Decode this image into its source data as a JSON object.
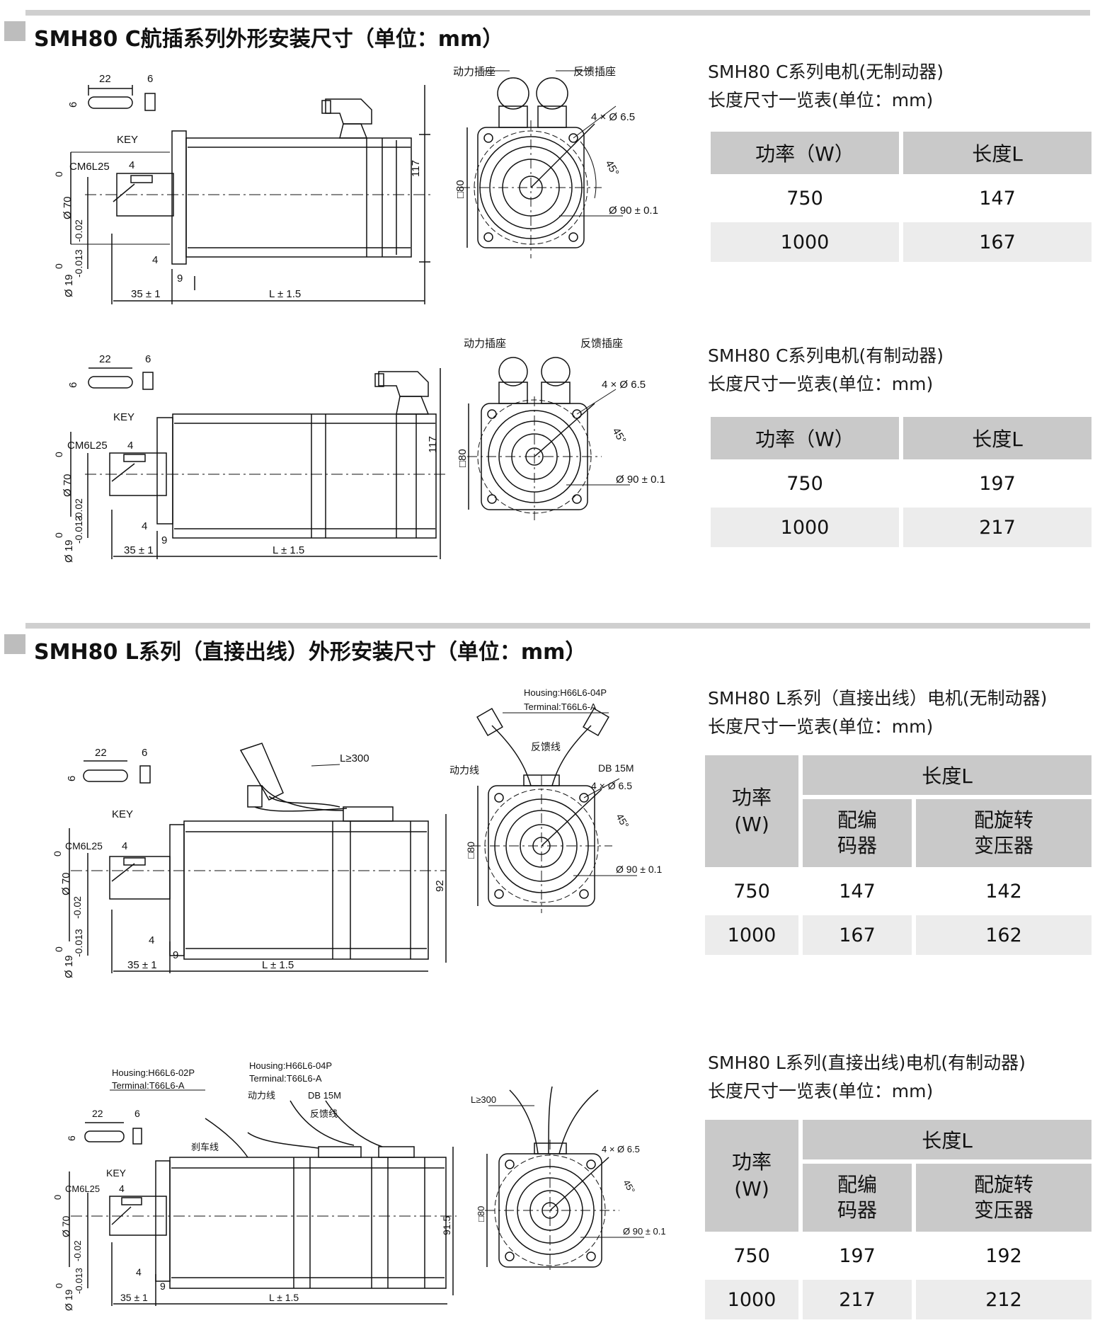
{
  "sections": [
    {
      "title": "SMH80 C航插系列外形安装尺寸（单位：mm）"
    },
    {
      "title": "SMH80 L系列（直接出线）外形安装尺寸（单位：mm）"
    }
  ],
  "tables": [
    {
      "caption1": "SMH80 C系列电机(无制动器)",
      "caption2": "长度尺寸一览表(单位：mm)",
      "headers": [
        "功率（W）",
        "长度L"
      ],
      "rows": [
        [
          "750",
          "147"
        ],
        [
          "1000",
          "167"
        ]
      ]
    },
    {
      "caption1": "SMH80 C系列电机(有制动器)",
      "caption2": "长度尺寸一览表(单位：mm)",
      "headers": [
        "功率（W）",
        "长度L"
      ],
      "rows": [
        [
          "750",
          "197"
        ],
        [
          "1000",
          "217"
        ]
      ]
    },
    {
      "caption1": "SMH80 L系列（直接出线）电机(无制动器)",
      "caption2": "长度尺寸一览表(单位：mm)",
      "power_header": "功率\n(W)",
      "length_header": "长度L",
      "sub_headers": [
        "配编\n码器",
        "配旋转\n变压器"
      ],
      "rows": [
        [
          "750",
          "147",
          "142"
        ],
        [
          "1000",
          "167",
          "162"
        ]
      ]
    },
    {
      "caption1": "SMH80 L系列(直接出线)电机(有制动器)",
      "caption2": "长度尺寸一览表(单位：mm)",
      "power_header": "功率\n(W)",
      "length_header": "长度L",
      "sub_headers": [
        "配编\n码器",
        "配旋转\n变压器"
      ],
      "rows": [
        [
          "750",
          "197",
          "192"
        ],
        [
          "1000",
          "217",
          "212"
        ]
      ]
    }
  ],
  "drawings": {
    "key_width": "22",
    "key_thick": "6",
    "key_height": "6",
    "key_label": "KEY",
    "thread": "CM6L25",
    "thread_depth": "4",
    "shaft_tol_top": "0",
    "shaft_dia": "Ø 19",
    "shaft_tol_bot": "-0.013",
    "flange_tol_top": "0",
    "flange_dia": "Ø 70",
    "flange_tol_bot": "-0.02",
    "flange_thick": "4",
    "flange_gap": "9",
    "shaft_len": "35 ± 1",
    "body_len": "L ± 1.5",
    "height_c": "117",
    "height_l": "92",
    "height_lb": "91.5",
    "square": "□80",
    "holes": "4 × Ø 6.5",
    "pcd": "Ø 90 ± 0.1",
    "angle": "45°",
    "power_socket": "动力插座",
    "feedback_socket": "反馈插座",
    "power_line": "动力线",
    "feedback_line": "反馈线",
    "brake_line": "刹车线",
    "db15": "DB 15M",
    "housing4": "Housing:H66L6-04P",
    "terminal4": "Terminal:T66L6-A",
    "housing2": "Housing:H66L6-02P",
    "terminal2": "Terminal:T66L6-A",
    "cable_len": "L≥300"
  }
}
